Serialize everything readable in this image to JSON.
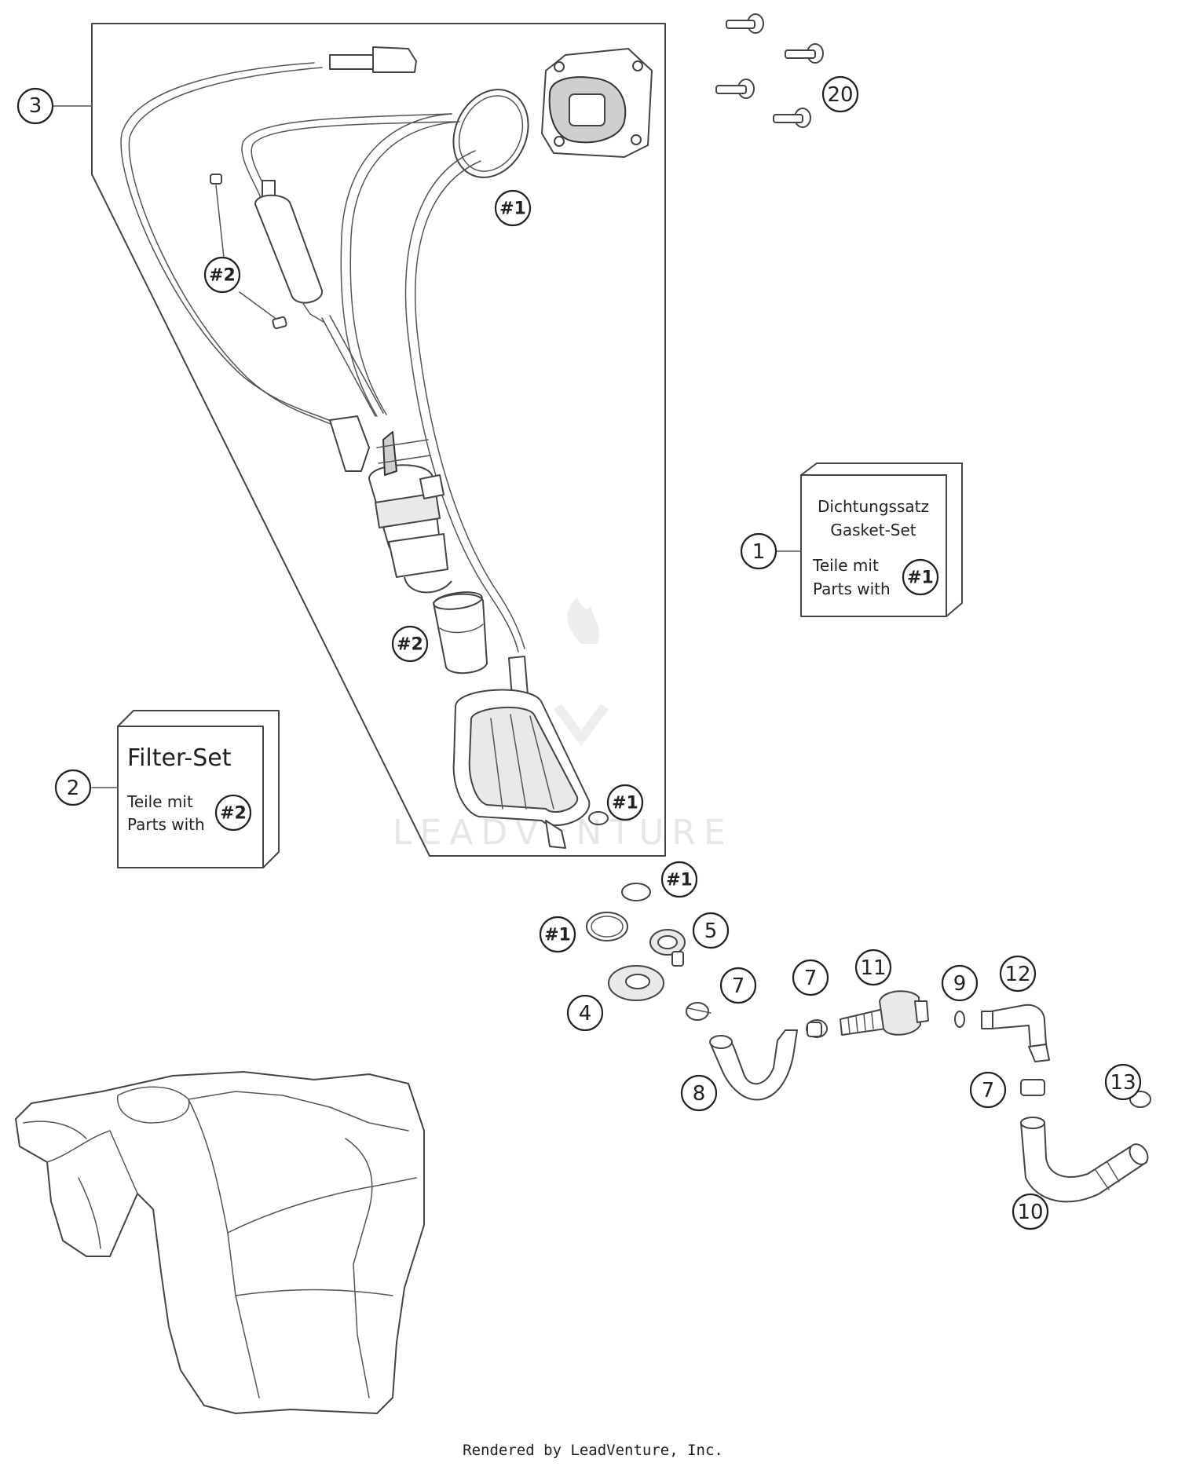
{
  "callouts": {
    "c3": "3",
    "c20": "20",
    "c1_top": "#1",
    "c2_left": "#2",
    "c1_num": "1",
    "c2_mid": "#2",
    "c2_num": "2",
    "c1_bottom": "#1",
    "c1_a": "#1",
    "c1_b": "#1",
    "c5": "5",
    "c4": "4",
    "c7_a": "7",
    "c7_b": "7",
    "c11": "11",
    "c9": "9",
    "c12": "12",
    "c8": "8",
    "c7_c": "7",
    "c13": "13",
    "c10": "10"
  },
  "gasket_box": {
    "line1": "Dichtungssatz",
    "line2": "Gasket-Set",
    "line3": "Teile mit",
    "line4": "Parts with",
    "badge": "#1"
  },
  "filter_box": {
    "title": "Filter-Set",
    "line1": "Teile mit",
    "line2": "Parts with",
    "badge": "#2"
  },
  "watermark": "LEADVENTURE",
  "credit": "Rendered by LeadVenture, Inc."
}
